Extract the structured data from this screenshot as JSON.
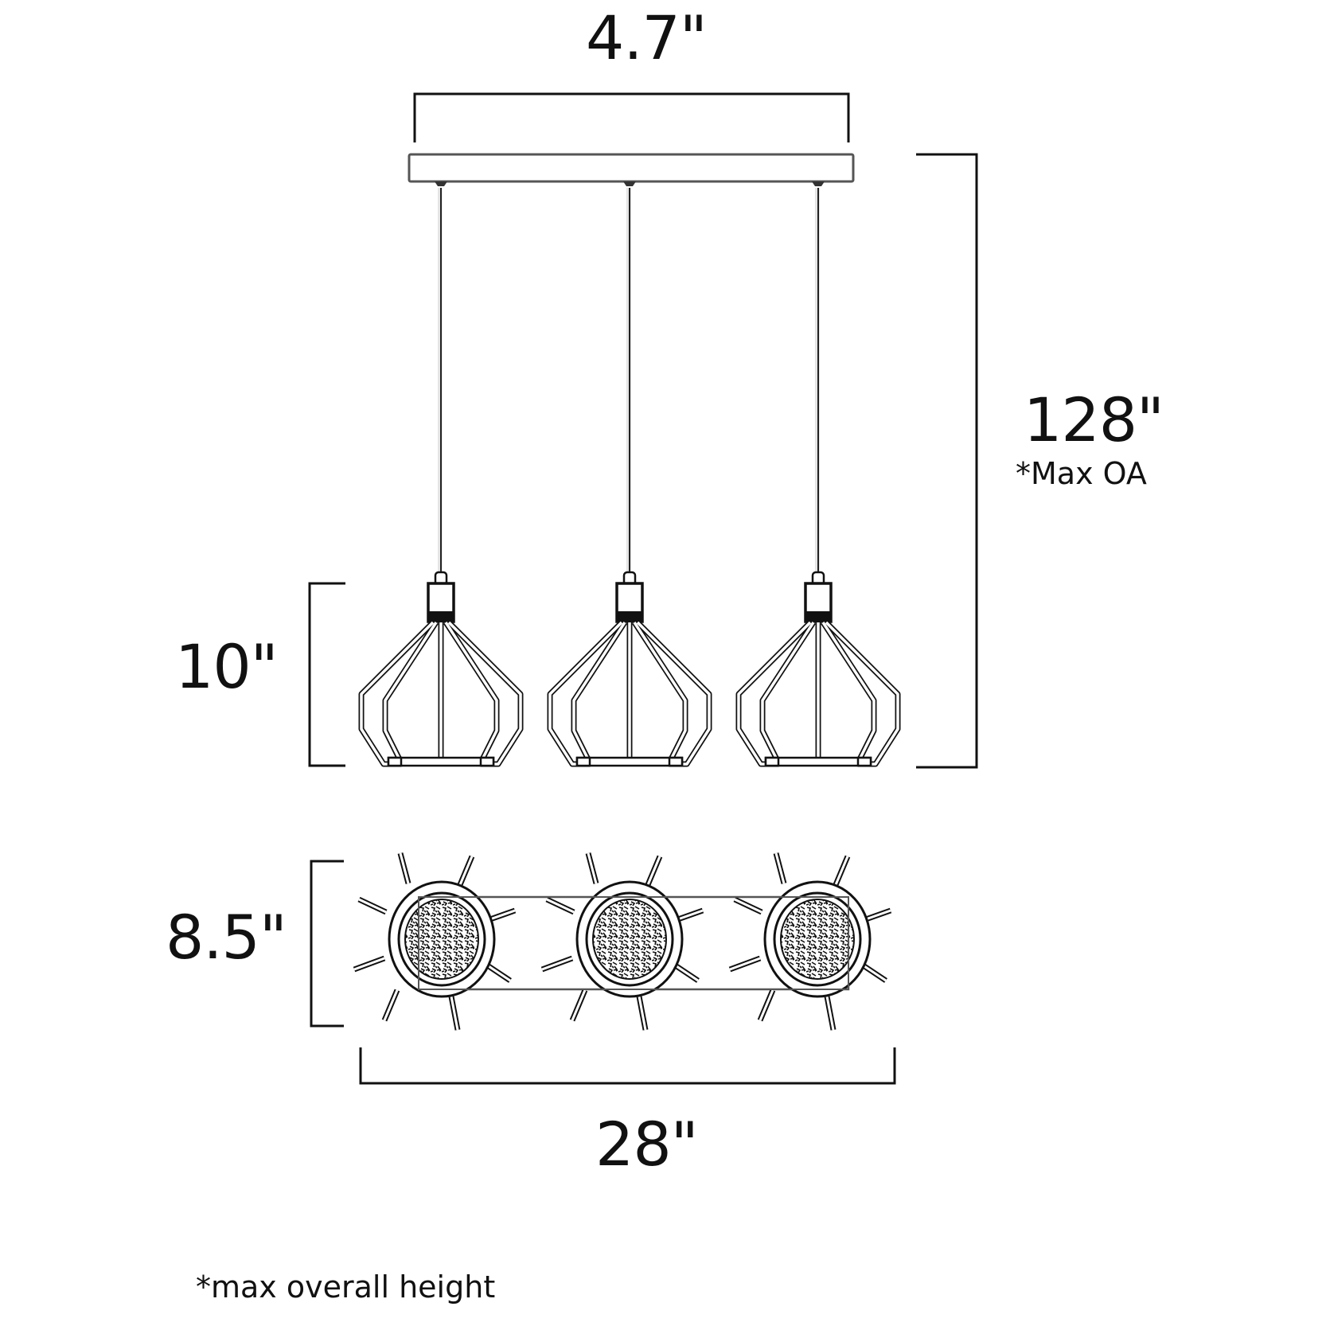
{
  "diagram": {
    "type": "product-dimension-drawing",
    "subject": "3-light linear pendant with wire cage shades",
    "colors": {
      "line": "#111111",
      "background": "#ffffff"
    },
    "side_view": {
      "pendant_count": 3,
      "dimensions": {
        "canopy_width": {
          "label": "4.7\""
        },
        "overall_height": {
          "label": "128\"",
          "note": "*Max OA"
        },
        "shade_height": {
          "label": "10\""
        }
      }
    },
    "top_view": {
      "pendant_count": 3,
      "dimensions": {
        "depth": {
          "label": "8.5\""
        },
        "length": {
          "label": "28\""
        }
      }
    },
    "footnote": "*max overall height"
  }
}
